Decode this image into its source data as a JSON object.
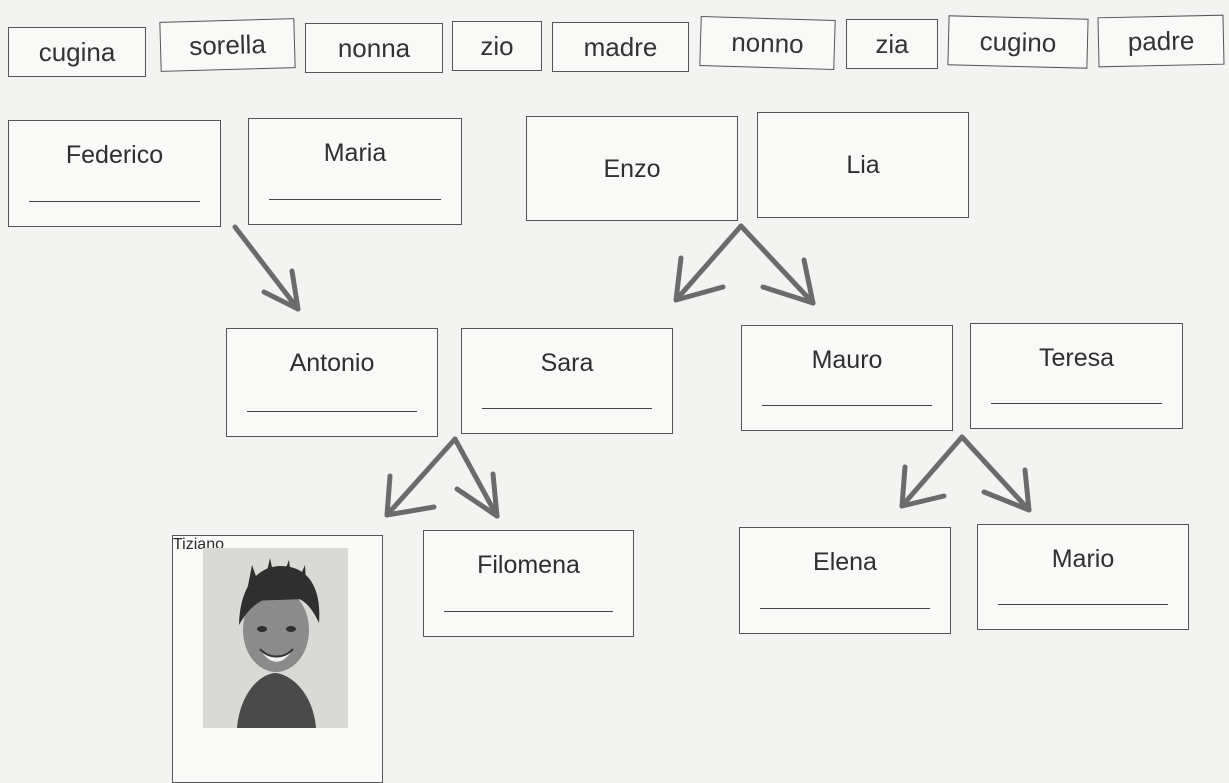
{
  "word_bank": [
    "cugina",
    "sorella",
    "nonna",
    "zio",
    "madre",
    "nonno",
    "zia",
    "cugino",
    "padre"
  ],
  "family": {
    "federico": "Federico",
    "maria": "Maria",
    "enzo": "Enzo",
    "lia": "Lia",
    "antonio": "Antonio",
    "sara": "Sara",
    "mauro": "Mauro",
    "teresa": "Teresa",
    "tiziano": "Tiziano",
    "filomena": "Filomena",
    "elena": "Elena",
    "mario": "Mario"
  },
  "colors": {
    "ink": "#2f2f2f",
    "border": "#555555",
    "arrow": "#6b6b6b",
    "page": "#f3f3f1"
  },
  "icons": {
    "arrow": "down-arrow-icon",
    "photo": "portrait-photo"
  }
}
